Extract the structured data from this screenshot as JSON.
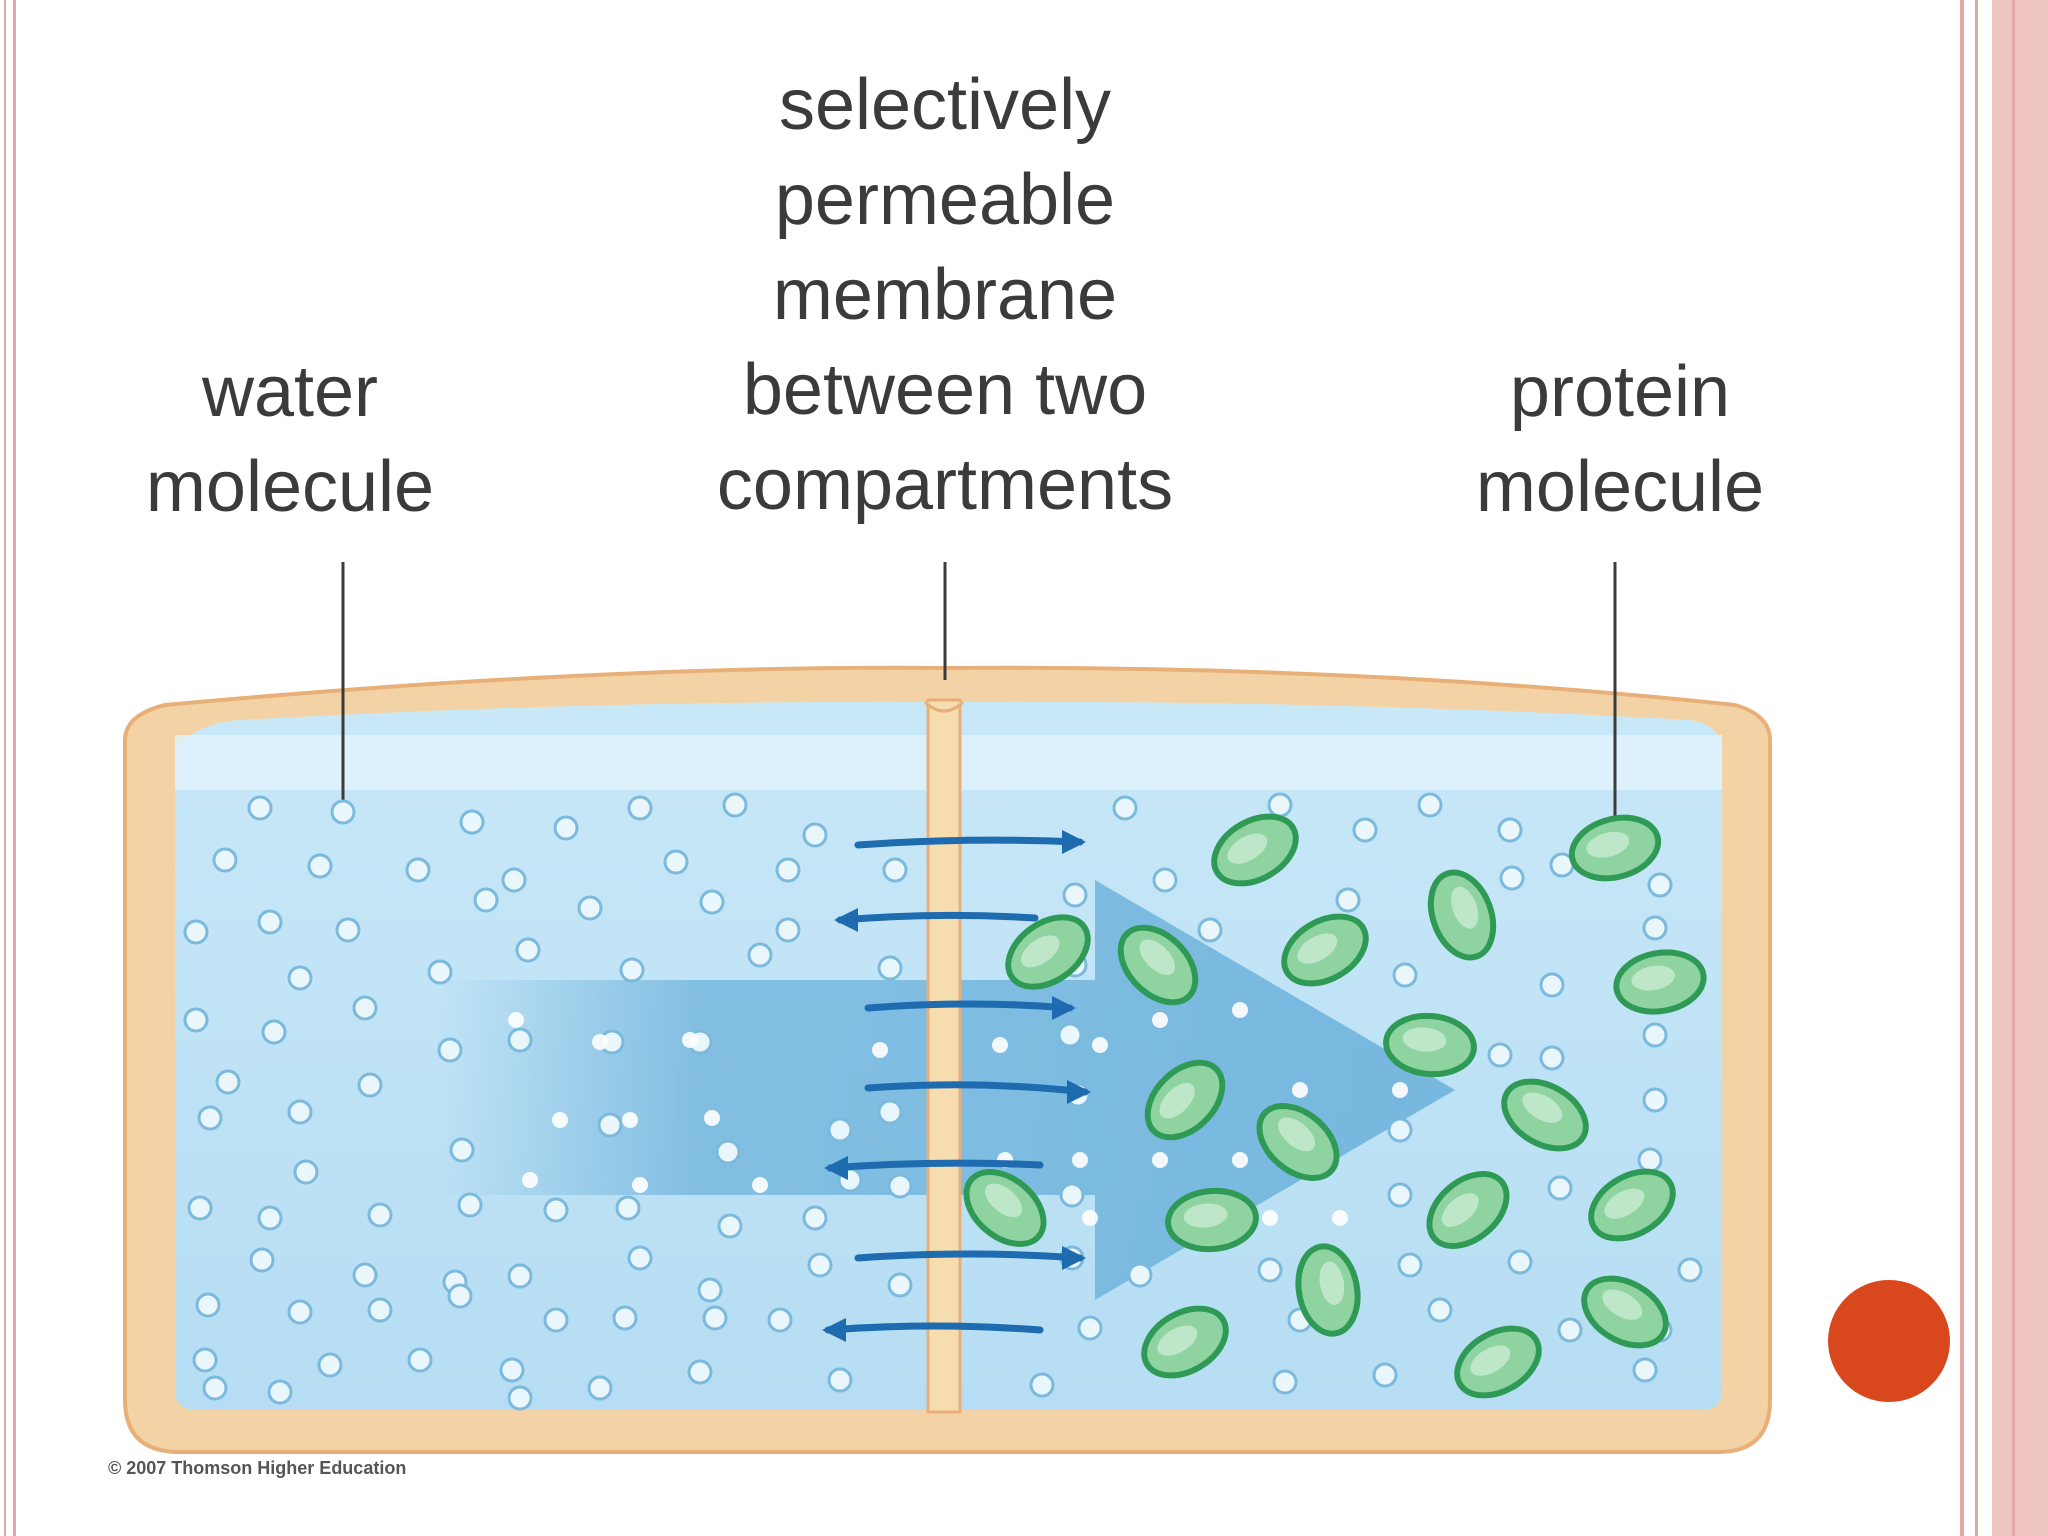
{
  "labels": {
    "water_molecule": [
      "water",
      "molecule"
    ],
    "membrane": [
      "selectively",
      "permeable",
      "membrane",
      "between two",
      "compartments"
    ],
    "protein_molecule": [
      "protein",
      "molecule"
    ]
  },
  "credit": "© 2007 Thomson Higher Education",
  "colors": {
    "container": "#f3d3a5",
    "container_edge": "#e8b078",
    "water": "#bfe3f6",
    "flow_arrow": "#6fb3dc",
    "small_arrow": "#1e6bb0",
    "protein_fill": "#8fd3a0",
    "protein_edge": "#2f9a55",
    "accent_dot": "#d9471d",
    "frame": "#e3a7a5"
  }
}
